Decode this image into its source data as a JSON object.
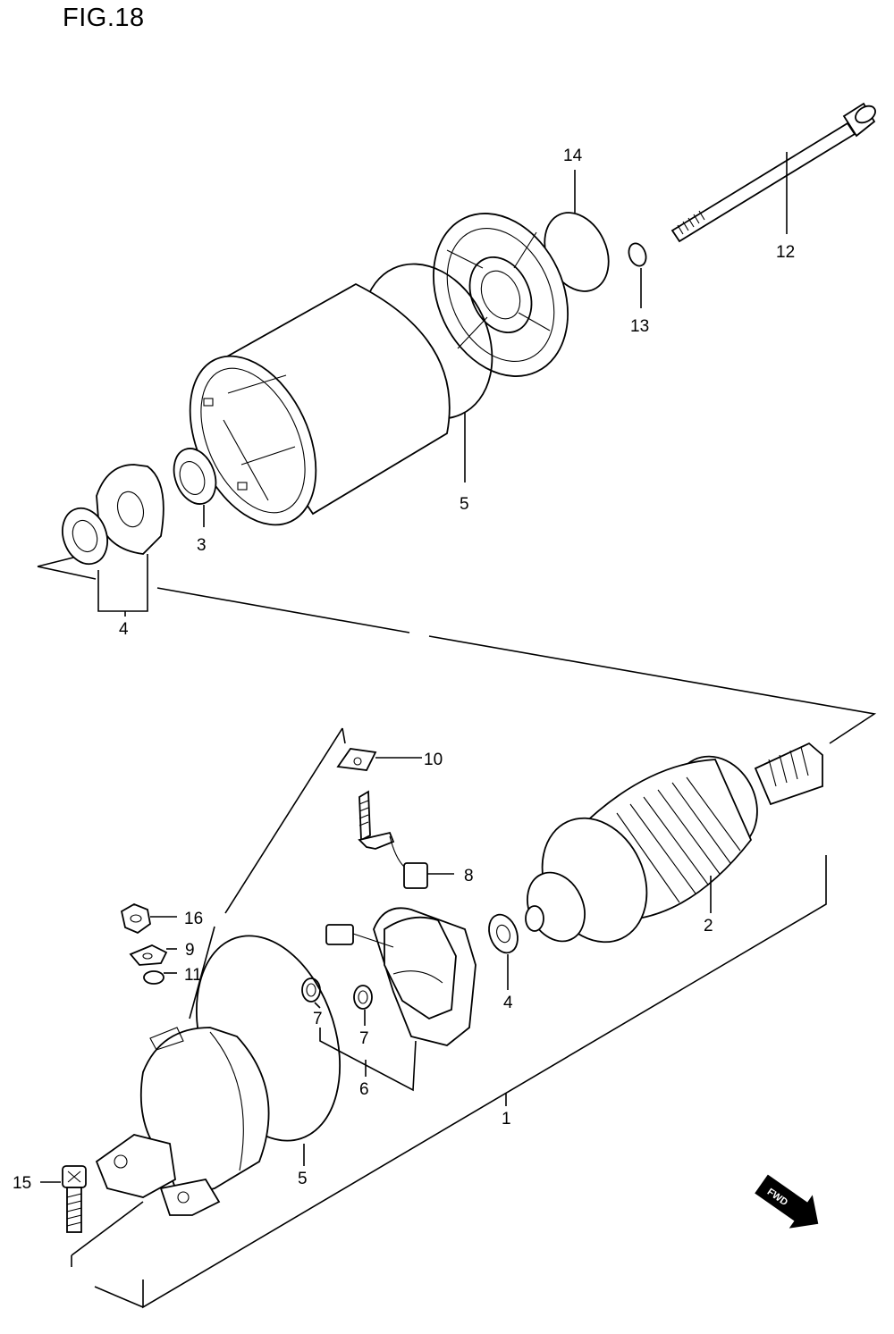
{
  "figure": {
    "title": "FIG.18"
  },
  "callouts": {
    "c1": "1",
    "c2": "2",
    "c3": "3",
    "c4_upper": "4",
    "c4_lower": "4",
    "c5_upper": "5",
    "c5_lower": "5",
    "c6": "6",
    "c7_left": "7",
    "c7_right": "7",
    "c8": "8",
    "c9": "9",
    "c10": "10",
    "c11": "11",
    "c12": "12",
    "c13": "13",
    "c14": "14",
    "c15": "15",
    "c16": "16"
  },
  "fwd_badge": {
    "label": "FWD"
  }
}
